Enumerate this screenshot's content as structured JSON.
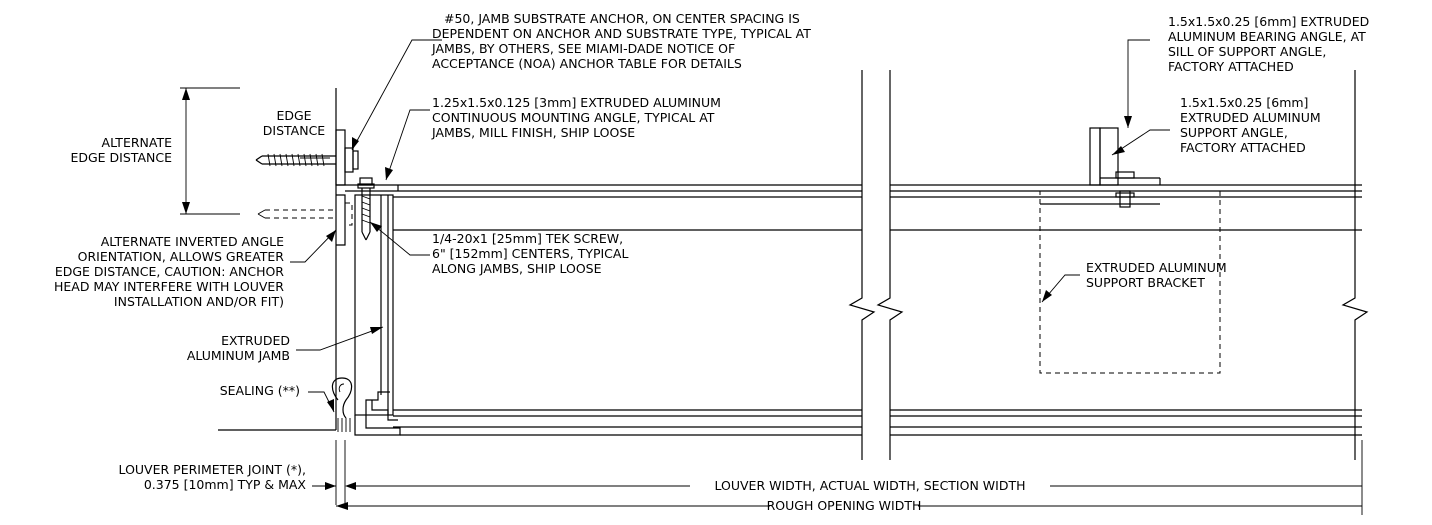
{
  "notes": {
    "anchor": [
      "#50, JAMB SUBSTRATE ANCHOR, ON CENTER SPACING IS",
      "DEPENDENT ON ANCHOR AND SUBSTRATE TYPE, TYPICAL AT",
      "JAMBS, BY OTHERS, SEE MIAMI-DADE NOTICE OF",
      "ACCEPTANCE (NOA) ANCHOR TABLE FOR DETAILS"
    ],
    "mounting_angle": [
      "1.25x1.5x0.125 [3mm] EXTRUDED ALUMINUM",
      "CONTINUOUS MOUNTING ANGLE, TYPICAL AT",
      "JAMBS, MILL FINISH, SHIP LOOSE"
    ],
    "edge_distance": [
      "EDGE",
      "DISTANCE"
    ],
    "alt_edge_distance": [
      "ALTERNATE",
      "EDGE DISTANCE"
    ],
    "tek_screw": [
      "1/4-20x1 [25mm] TEK SCREW,",
      "6\" [152mm] CENTERS, TYPICAL",
      "ALONG JAMBS, SHIP LOOSE"
    ],
    "inverted_angle": [
      "ALTERNATE INVERTED ANGLE",
      "ORIENTATION, ALLOWS GREATER",
      "EDGE DISTANCE, CAUTION: ANCHOR",
      "HEAD MAY INTERFERE WITH LOUVER",
      "INSTALLATION AND/OR FIT)"
    ],
    "jamb": [
      "EXTRUDED",
      "ALUMINUM JAMB"
    ],
    "sealing": "SEALING (**)",
    "perimeter_joint": [
      "LOUVER PERIMETER JOINT (*),",
      "0.375 [10mm] TYP & MAX"
    ],
    "bearing_angle": [
      "1.5x1.5x0.25 [6mm] EXTRUDED",
      "ALUMINUM BEARING ANGLE, AT",
      "SILL OF SUPPORT ANGLE,",
      "FACTORY ATTACHED"
    ],
    "support_angle": [
      "1.5x1.5x0.25 [6mm]",
      "EXTRUDED ALUMINUM",
      "SUPPORT ANGLE,",
      "FACTORY ATTACHED"
    ],
    "support_bracket": [
      "EXTRUDED ALUMINUM",
      "SUPPORT BRACKET"
    ]
  },
  "dimensions": {
    "louver_width": "LOUVER WIDTH, ACTUAL WIDTH, SECTION WIDTH",
    "rough_opening": "ROUGH OPENING WIDTH"
  },
  "colors": {
    "line": "#000000",
    "background": "#ffffff"
  }
}
